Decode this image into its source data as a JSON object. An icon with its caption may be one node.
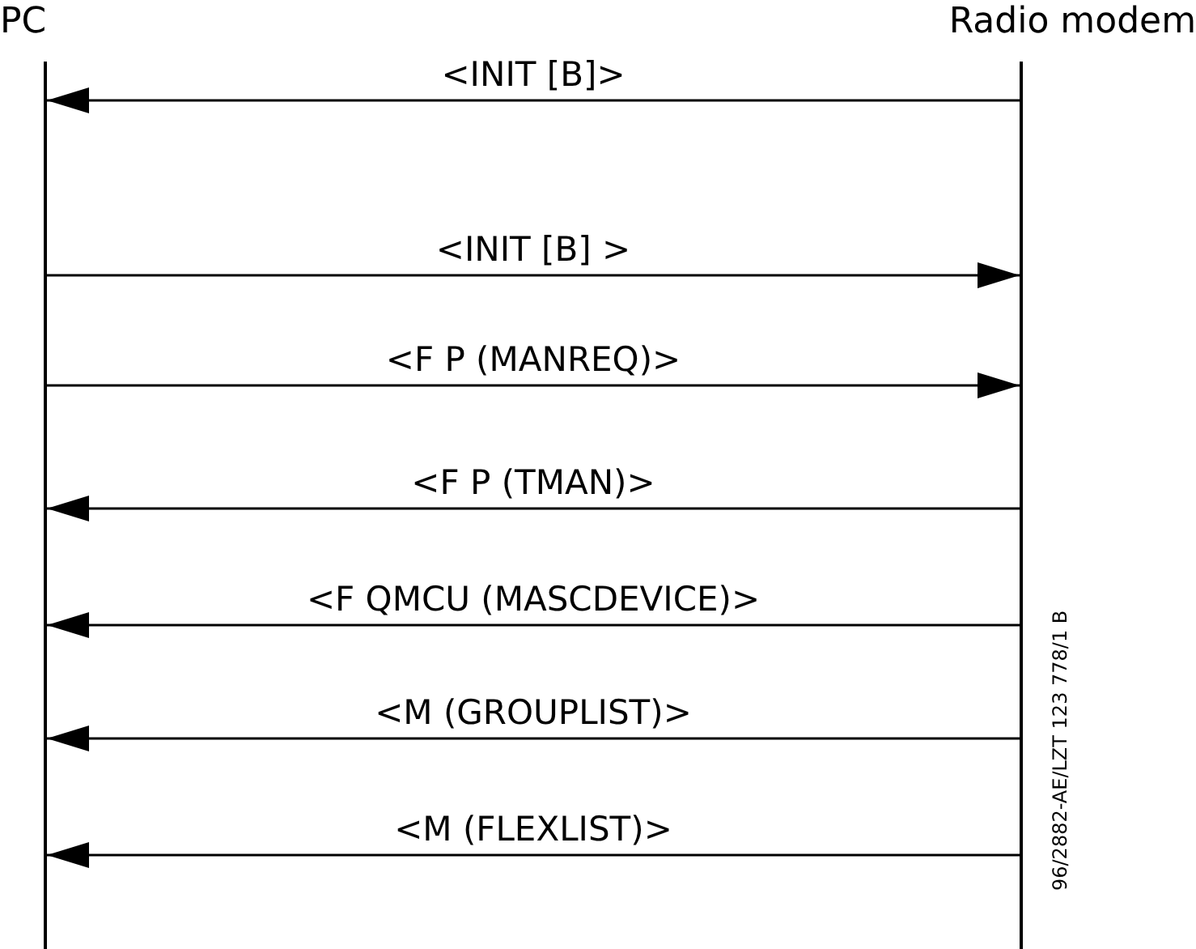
{
  "diagram": {
    "nodes": [
      {
        "text": [
          "PC"
        ]
      },
      {
        "text": [
          "Radio modem"
        ]
      }
    ],
    "edges": [
      {
        "from": 1,
        "to": 0,
        "arrow": "to",
        "label": "<INIT [B]>"
      },
      {
        "from": 0,
        "to": 1,
        "arrow": "to",
        "label": "<INIT [B] >"
      },
      {
        "from": 0,
        "to": 1,
        "arrow": "to",
        "label": "<F P (MANREQ)>"
      },
      {
        "from": 1,
        "to": 0,
        "arrow": "to",
        "label": "<F P (TMAN)>"
      },
      {
        "from": 1,
        "to": 0,
        "arrow": "to",
        "label": "<F QMCU (MASCDEVICE)>"
      },
      {
        "from": 1,
        "to": 0,
        "arrow": "to",
        "label": "<M (GROUPLIST)>"
      },
      {
        "from": 1,
        "to": 0,
        "arrow": "to",
        "label": "<M (FLEXLIST)>"
      }
    ],
    "labels": [
      "96/2882-AE/LZT 123 778/1 B"
    ]
  }
}
